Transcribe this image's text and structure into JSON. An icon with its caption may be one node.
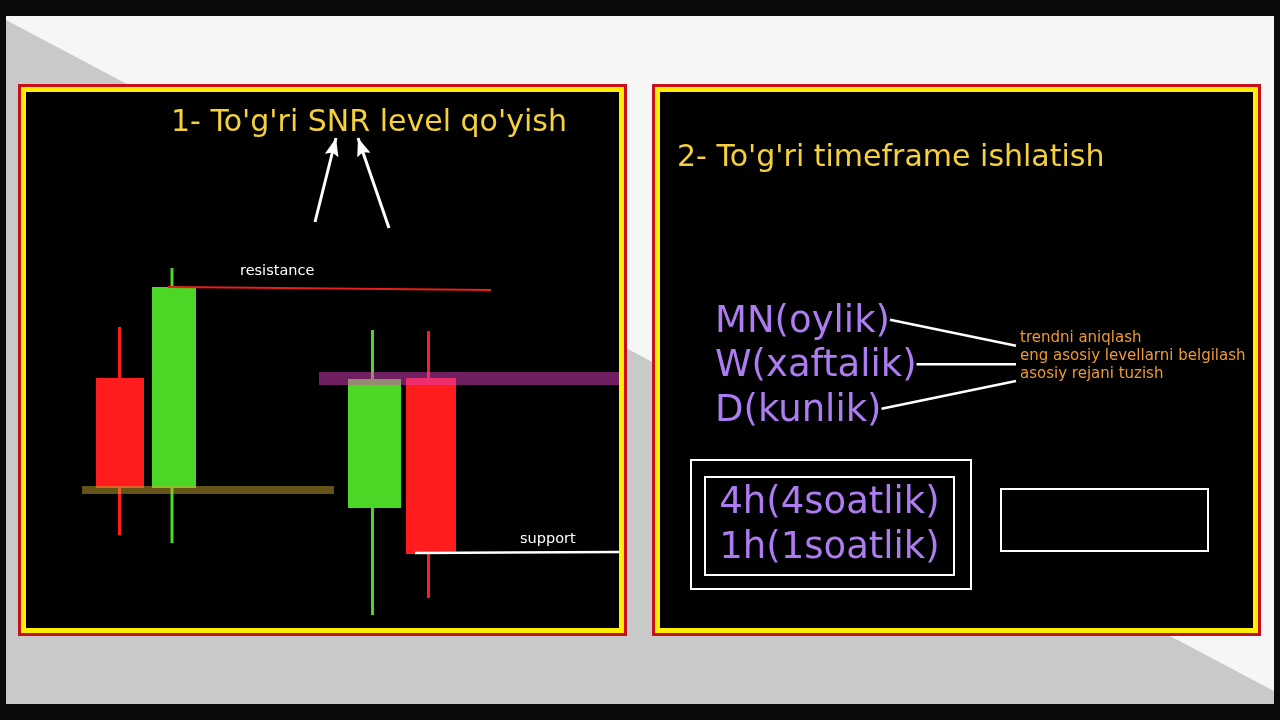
{
  "diagram": {
    "nodes": [
      {
        "text": [],
        "shape": "box"
      },
      {
        "text": [
          "1- To'g'ri SNR level qo'yish"
        ],
        "in": 0
      },
      {
        "text": [],
        "shape": "box"
      },
      {
        "text": [
          "2- To'g'ri timeframe ishlatish"
        ],
        "in": 2
      },
      {
        "text": [
          "MN(oylik)"
        ],
        "in": 2
      },
      {
        "text": [
          "W(xaftalik)"
        ],
        "in": 2
      },
      {
        "text": [
          "D(kunlik)"
        ],
        "in": 2
      },
      {
        "text": [
          "trendni aniqlash",
          "eng asosiy levellarni belgilash",
          "asosiy rejani tuzish"
        ],
        "in": 2
      },
      {
        "text": [],
        "shape": "box",
        "in": 2
      },
      {
        "text": [
          "4h(4soatlik)",
          "1h(1soatlik)"
        ],
        "in": 8
      },
      {
        "text": [],
        "shape": "box",
        "in": 2
      }
    ],
    "edges": [
      {
        "from": null,
        "to": 1,
        "arrow": "to"
      },
      {
        "from": null,
        "to": 1,
        "arrow": "to"
      },
      {
        "from": 4,
        "to": 7,
        "arrow": "none"
      },
      {
        "from": 5,
        "to": 7,
        "arrow": "none"
      },
      {
        "from": 6,
        "to": 7,
        "arrow": "none"
      }
    ],
    "labels": [
      "resistance",
      "support"
    ]
  }
}
